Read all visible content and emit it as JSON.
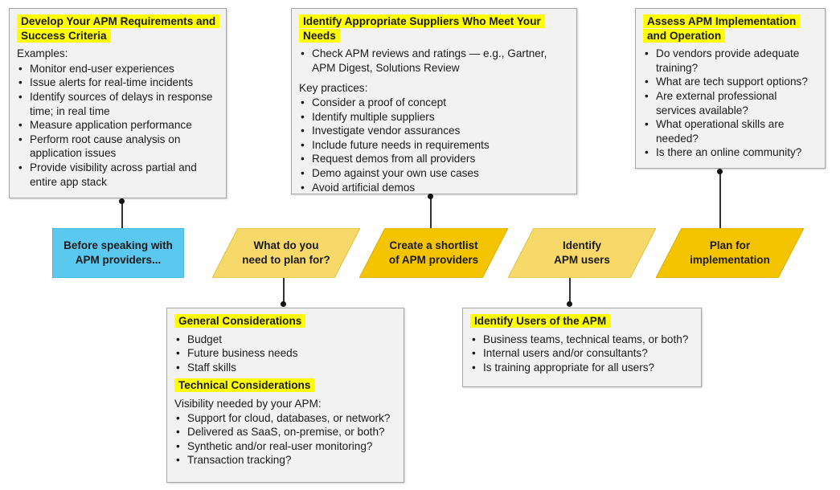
{
  "colors": {
    "blue": "#5bc8ef",
    "light_yellow": "#f7d96a",
    "gold": "#f5c400",
    "highlight": "#ffff00",
    "card_bg": "#f2f2f2"
  },
  "steps": [
    {
      "label_line1": "Before speaking with",
      "label_line2": "APM providers..."
    },
    {
      "label_line1": "What do you",
      "label_line2": "need to plan for?"
    },
    {
      "label_line1": "Create a shortlist",
      "label_line2": "of APM providers"
    },
    {
      "label_line1": "Identify",
      "label_line2": "APM users"
    },
    {
      "label_line1": "Plan for",
      "label_line2": "implementation"
    }
  ],
  "requirements": {
    "title": "Develop Your APM Requirements and Success Criteria",
    "intro": "Examples:",
    "items": [
      "Monitor end-user experiences",
      "Issue alerts for real-time incidents",
      "Identify sources of delays in response time; in real time",
      "Measure application performance",
      "Perform root cause analysis on application issues",
      "Provide visibility across partial and entire app stack"
    ]
  },
  "suppliers": {
    "title": "Identify Appropriate Suppliers Who Meet Your Needs",
    "items_top": [
      "Check APM reviews and ratings — e.g., Gartner, APM Digest, Solutions Review"
    ],
    "practices_label": "Key practices:",
    "practices": [
      "Consider a proof of concept",
      "Identify multiple suppliers",
      "Investigate vendor assurances",
      "Include future needs in requirements",
      "Request demos from all providers",
      "Demo against your own use cases",
      "Avoid artificial demos"
    ]
  },
  "implementation": {
    "title": "Assess APM Implementation and Operation",
    "items": [
      "Do vendors provide adequate training?",
      "What are tech support options?",
      "Are external professional services available?",
      "What operational skills are needed?",
      "Is there an online community?"
    ]
  },
  "considerations": {
    "general_title": "General Considerations",
    "general_items": [
      "Budget",
      "Future business needs",
      "Staff skills"
    ],
    "technical_title": "Technical Considerations",
    "technical_intro": "Visibility needed by your APM:",
    "technical_items": [
      "Support for cloud, databases, or network?",
      "Delivered as SaaS, on-premise, or both?",
      "Synthetic and/or real-user monitoring?",
      "Transaction tracking?"
    ]
  },
  "users": {
    "title": "Identify Users of the APM",
    "items": [
      "Business teams, technical teams, or both?",
      "Internal users and/or consultants?",
      "Is training appropriate for all users?"
    ]
  }
}
